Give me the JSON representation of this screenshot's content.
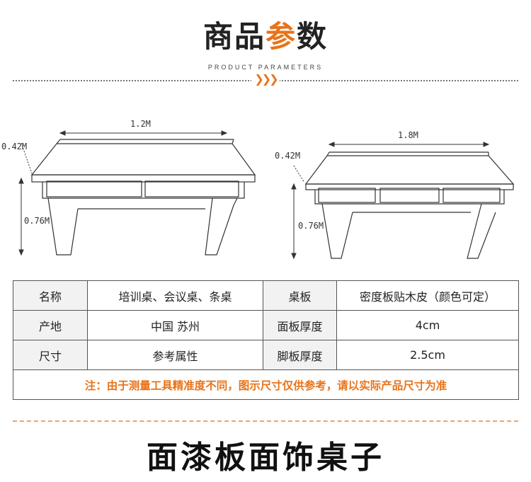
{
  "header": {
    "title_part1": "商品",
    "title_accent": "参",
    "title_part2": "数",
    "subtitle": "PRODUCT PARAMETERS",
    "arrows": "❯❯❯"
  },
  "accent_color": "#e8731a",
  "diagrams": {
    "left": {
      "length": "1.2M",
      "depth": "0.42M",
      "height": "0.76M"
    },
    "right": {
      "length": "1.8M",
      "depth": "0.42M",
      "height": "0.76M"
    }
  },
  "spec_table": {
    "rows": [
      {
        "label1": "名称",
        "value1": "培训桌、会议桌、条桌",
        "label2": "桌板",
        "value2": "密度板贴木皮（颜色可定）"
      },
      {
        "label1": "产地",
        "value1": "中国 苏州",
        "label2": "面板厚度",
        "value2": "4cm"
      },
      {
        "label1": "尺寸",
        "value1": "参考属性",
        "label2": "脚板厚度",
        "value2": "2.5cm"
      }
    ],
    "note": "注：由于测量工具精准度不同，图示尺寸仅供参考，请以实际产品尺寸为准"
  },
  "bottom_title": "面漆板面饰桌子"
}
